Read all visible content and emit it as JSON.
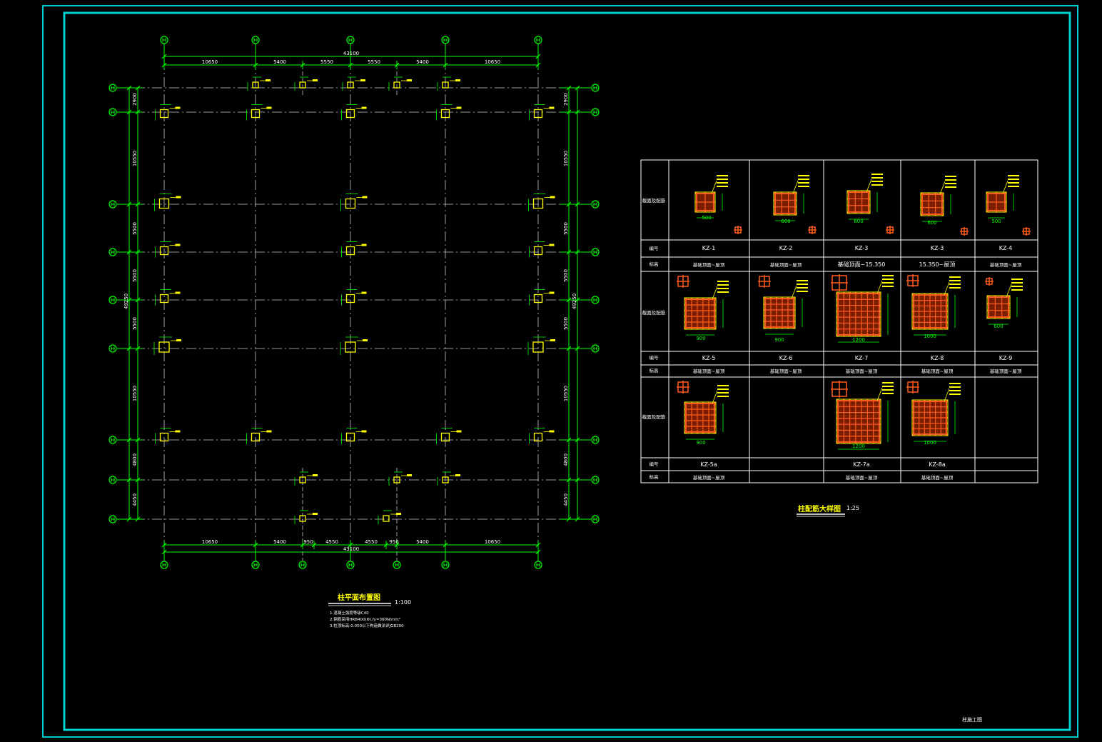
{
  "colors": {
    "background": "#000000",
    "frame": "#00d0d0",
    "grid_line": "#c8c8c8",
    "dimension": "#00ff00",
    "column": "#ffff00",
    "rebar": "#ff5a1e",
    "section_fill": "#7a1e00",
    "text": "#ffffff"
  },
  "plan": {
    "top_dims": [
      "10650",
      "5400",
      "5550",
      "5550",
      "5400",
      "10650"
    ],
    "top_total": "43100",
    "bottom_dims": [
      "10650",
      "5400",
      "950",
      "4550",
      "4550",
      "950",
      "5400",
      "10650"
    ],
    "bottom_total": "43100",
    "left_dims": [
      "2900",
      "10550",
      "5500",
      "5500",
      "5500",
      "10550",
      "4800",
      "4450"
    ],
    "left_total": "49250",
    "right_dims": [
      "2900",
      "10550",
      "5500",
      "5500",
      "5500",
      "10550",
      "4800",
      "4450"
    ],
    "right_total": "49250",
    "title": "柱平面布置图",
    "scale": "1:100",
    "notes": [
      "1.混凝土强度等级C40",
      "2.钢筋采用HRB400(Φ),fy=360N/mm²",
      "3.柱顶标高-0.050以下构造做法详JGB200"
    ]
  },
  "detail": {
    "title": "柱配筋大样图",
    "scale": "1:25",
    "row_label_section": "截面及配筋",
    "row_label_number": "编号",
    "row_label_elev": "标高",
    "row1_labels": [
      "KZ-1",
      "KZ-2",
      "KZ-3",
      "KZ-3",
      "KZ-4"
    ],
    "row1_elev": [
      "基础顶面~屋顶",
      "基础顶面~屋顶",
      "基础顶面~15.350",
      "15.350~屋顶",
      "基础顶面~屋顶"
    ],
    "row1_sizes": [
      "500",
      "600",
      "600",
      "600",
      "500"
    ],
    "row2_labels": [
      "KZ-5",
      "KZ-6",
      "KZ-7",
      "KZ-8",
      "KZ-9"
    ],
    "row2_elev": [
      "基础顶面~屋顶",
      "基础顶面~屋顶",
      "基础顶面~屋顶",
      "基础顶面~屋顶",
      "基础顶面~屋顶"
    ],
    "row2_sizes": [
      "900",
      "900",
      "1200",
      "1000",
      "600"
    ],
    "row3_labels": [
      "KZ-5a",
      "",
      "KZ-7a",
      "KZ-8a",
      ""
    ],
    "row3_elev": [
      "基础顶面~屋顶",
      "",
      "基础顶面~屋顶",
      "基础顶面~屋顶",
      ""
    ],
    "row3_sizes": [
      "900",
      "",
      "1200",
      "1000",
      ""
    ]
  },
  "title_block": {
    "name": "柱施工图"
  }
}
